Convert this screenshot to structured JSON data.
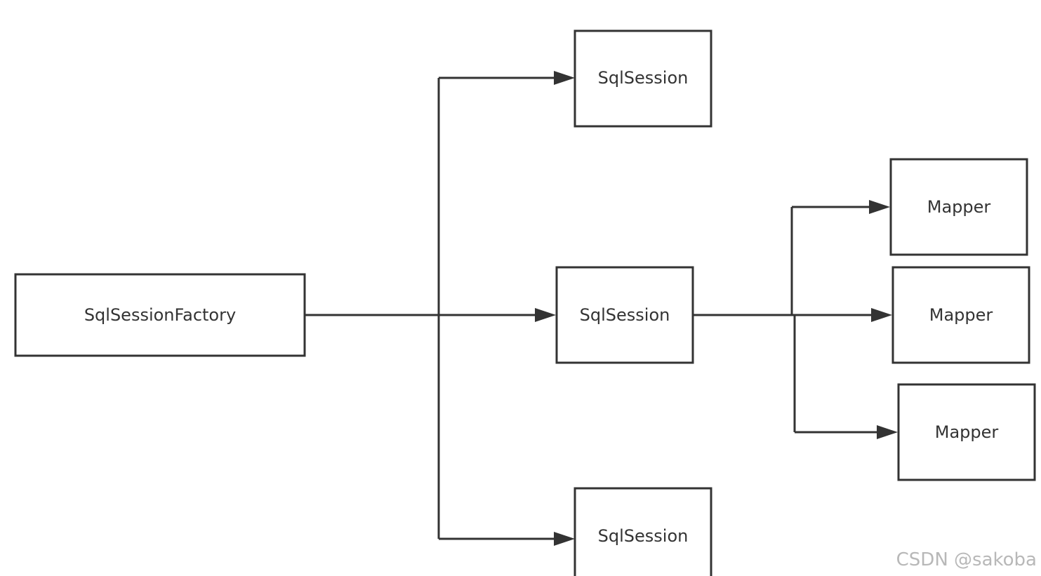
{
  "diagram": {
    "nodes": {
      "factory": {
        "label": "SqlSessionFactory"
      },
      "session_top": {
        "label": "SqlSession"
      },
      "session_middle": {
        "label": "SqlSession"
      },
      "session_bottom": {
        "label": "SqlSession"
      },
      "mapper_top": {
        "label": "Mapper"
      },
      "mapper_middle": {
        "label": "Mapper"
      },
      "mapper_bottom": {
        "label": "Mapper"
      }
    },
    "edges": [
      {
        "from": "factory",
        "to": "session_top"
      },
      {
        "from": "factory",
        "to": "session_middle"
      },
      {
        "from": "factory",
        "to": "session_bottom"
      },
      {
        "from": "session_middle",
        "to": "mapper_top"
      },
      {
        "from": "session_middle",
        "to": "mapper_middle"
      },
      {
        "from": "session_middle",
        "to": "mapper_bottom"
      }
    ],
    "colors": {
      "stroke": "#333333",
      "text": "#333333",
      "background": "#ffffff",
      "watermark": "#b8b8b8"
    }
  },
  "watermark": {
    "text": "CSDN @sakoba"
  }
}
